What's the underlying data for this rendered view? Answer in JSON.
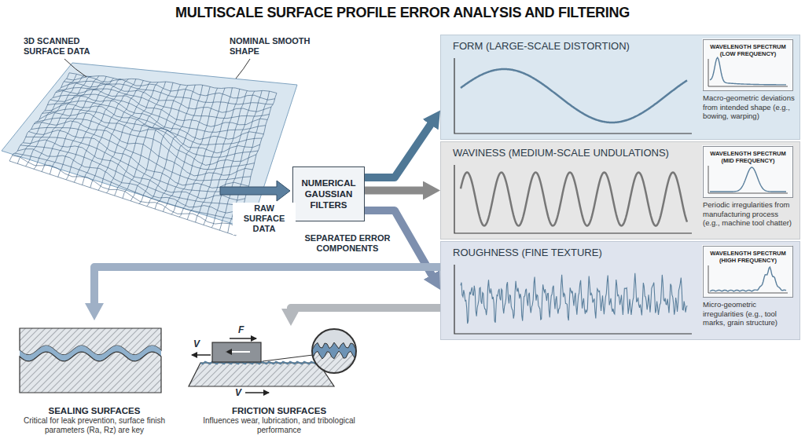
{
  "diagram": {
    "title": "MULTISCALE SURFACE PROFILE ERROR ANALYSIS AND FILTERING",
    "nodes": [
      {
        "text": [
          "NUMERICAL GAUSSIAN FILTERS"
        ]
      },
      {
        "text": [
          "FORM (LARGE-SCALE DISTORTION)",
          "Macro-geometric deviations from intended shape (e.g., bowing, warping)"
        ]
      },
      {
        "text": [
          "WAVELENGTH SPECTRUM (LOW FREQUENCY)"
        ],
        "in": 1
      },
      {
        "text": [
          "WAVINESS (MEDIUM-SCALE UNDULATIONS)",
          "Periodic irregularities from manufacturing process (e.g., machine tool chatter)"
        ]
      },
      {
        "text": [
          "WAVELENGTH SPECTRUM (MID FREQUENCY)"
        ],
        "in": 3
      },
      {
        "text": [
          "ROUGHNESS (FINE TEXTURE)",
          "Micro-geometric irregularities (e.g., tool marks, grain structure)"
        ]
      },
      {
        "text": [
          "WAVELENGTH SPECTRUM (HIGH FREQUENCY)"
        ],
        "in": 5
      },
      {
        "text": [
          "SEALING SURFACES",
          "Critical for leak prevention, surface finish parameters (Ra, Rz) are key"
        ]
      },
      {
        "text": [
          "FRICTION SURFACES",
          "Influences wear, lubrication, and tribological performance"
        ]
      }
    ],
    "edges": [
      {
        "from": 0,
        "to": 1,
        "arrow": "to"
      },
      {
        "from": 0,
        "to": 3,
        "arrow": "to"
      },
      {
        "from": 0,
        "to": 5,
        "arrow": "to"
      },
      {
        "from": 5,
        "to": 7,
        "arrow": "to"
      },
      {
        "from": 5,
        "to": 8,
        "arrow": "to"
      }
    ],
    "labels": [
      "3D SCANNED SURFACE DATA",
      "NOMINAL SMOOTH SHAPE",
      "RAW SURFACE DATA",
      "SEPARATED ERROR COMPONENTS",
      "F",
      "V",
      "V"
    ]
  }
}
